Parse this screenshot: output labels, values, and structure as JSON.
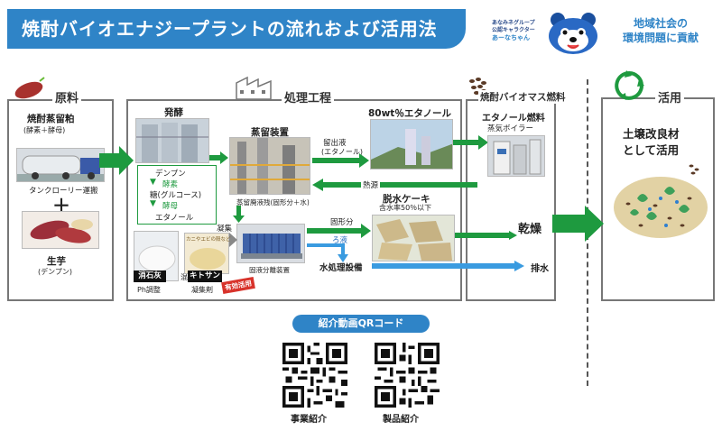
{
  "header": {
    "title": "焼酎バイオエナジープラントの流れおよび活用法",
    "group_line1": "あなみネグループ",
    "group_line2": "公認キャラクター",
    "mascot_name": "あーなちゃん",
    "tagline_line1": "地域社会の",
    "tagline_line2": "環境問題に貢献"
  },
  "raw": {
    "title": "原料",
    "item1": "焼酎蒸留粕",
    "item1_sub": "(酵素＋酵母)",
    "truck_label": "タンクローリー運搬",
    "plus": "＋",
    "item2": "生芋",
    "item2_sub": "(デンプン)"
  },
  "process": {
    "title": "処理工程",
    "ferment": "発酵",
    "flow1": "デンプン",
    "enzyme": "酵素",
    "flow2": "糖(グルコース)",
    "yeast": "酵母",
    "flow3": "エタノール",
    "distill": "蒸留装置",
    "distill_residue": "蒸留廃液残(固形分＋水)",
    "ethanol80": "80wt％エタノール",
    "distillate": "留出液",
    "distillate_sub": "(エタノール)",
    "heat": "熱源",
    "solids": "固形分",
    "cake": "脱水ケーキ",
    "cake_sub": "含水率50％以下",
    "filtrate": "ろ液",
    "water_treat": "水処理設備",
    "coagulate": "凝集",
    "separator": "固液分離装置",
    "lime": "消石灰",
    "ph": "Ph調整",
    "mix": "混ぜる",
    "chitosan": "キトサン",
    "coagulant": "凝集剤",
    "reuse_badge": "有効活用",
    "crab_label": "カニやエビの殻など"
  },
  "biomass": {
    "title": "焼酎バイオマス燃料",
    "fuel": "エタノール燃料",
    "boiler": "蒸気ボイラー",
    "dry": "乾燥",
    "drain": "排水"
  },
  "use": {
    "title": "活用",
    "line1": "土壌改良材",
    "line2": "として活用"
  },
  "qr": {
    "title": "紹介動画QRコード",
    "left_label": "事業紹介",
    "right_label": "製品紹介"
  },
  "colors": {
    "banner": "#2f84c7",
    "flow_green": "#1e9a3f",
    "flow_blue": "#3a9be0",
    "badge_red": "#d8332b"
  }
}
